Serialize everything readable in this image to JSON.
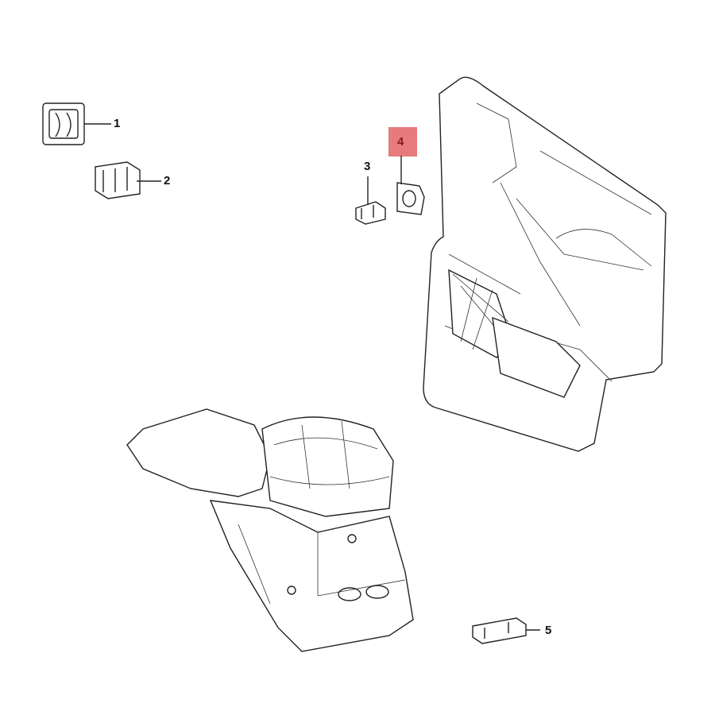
{
  "diagram": {
    "callouts": [
      {
        "label": "1",
        "part": "switch-1"
      },
      {
        "label": "2",
        "part": "switch-2"
      },
      {
        "label": "3",
        "part": "switch-3"
      },
      {
        "label": "4",
        "part": "door-switch-bezel",
        "highlighted": true
      },
      {
        "label": "5",
        "part": "switch-5"
      }
    ],
    "colors": {
      "highlight": "#e77a7c",
      "highlight_text": "#8b1a1a",
      "line": "#222222"
    }
  }
}
